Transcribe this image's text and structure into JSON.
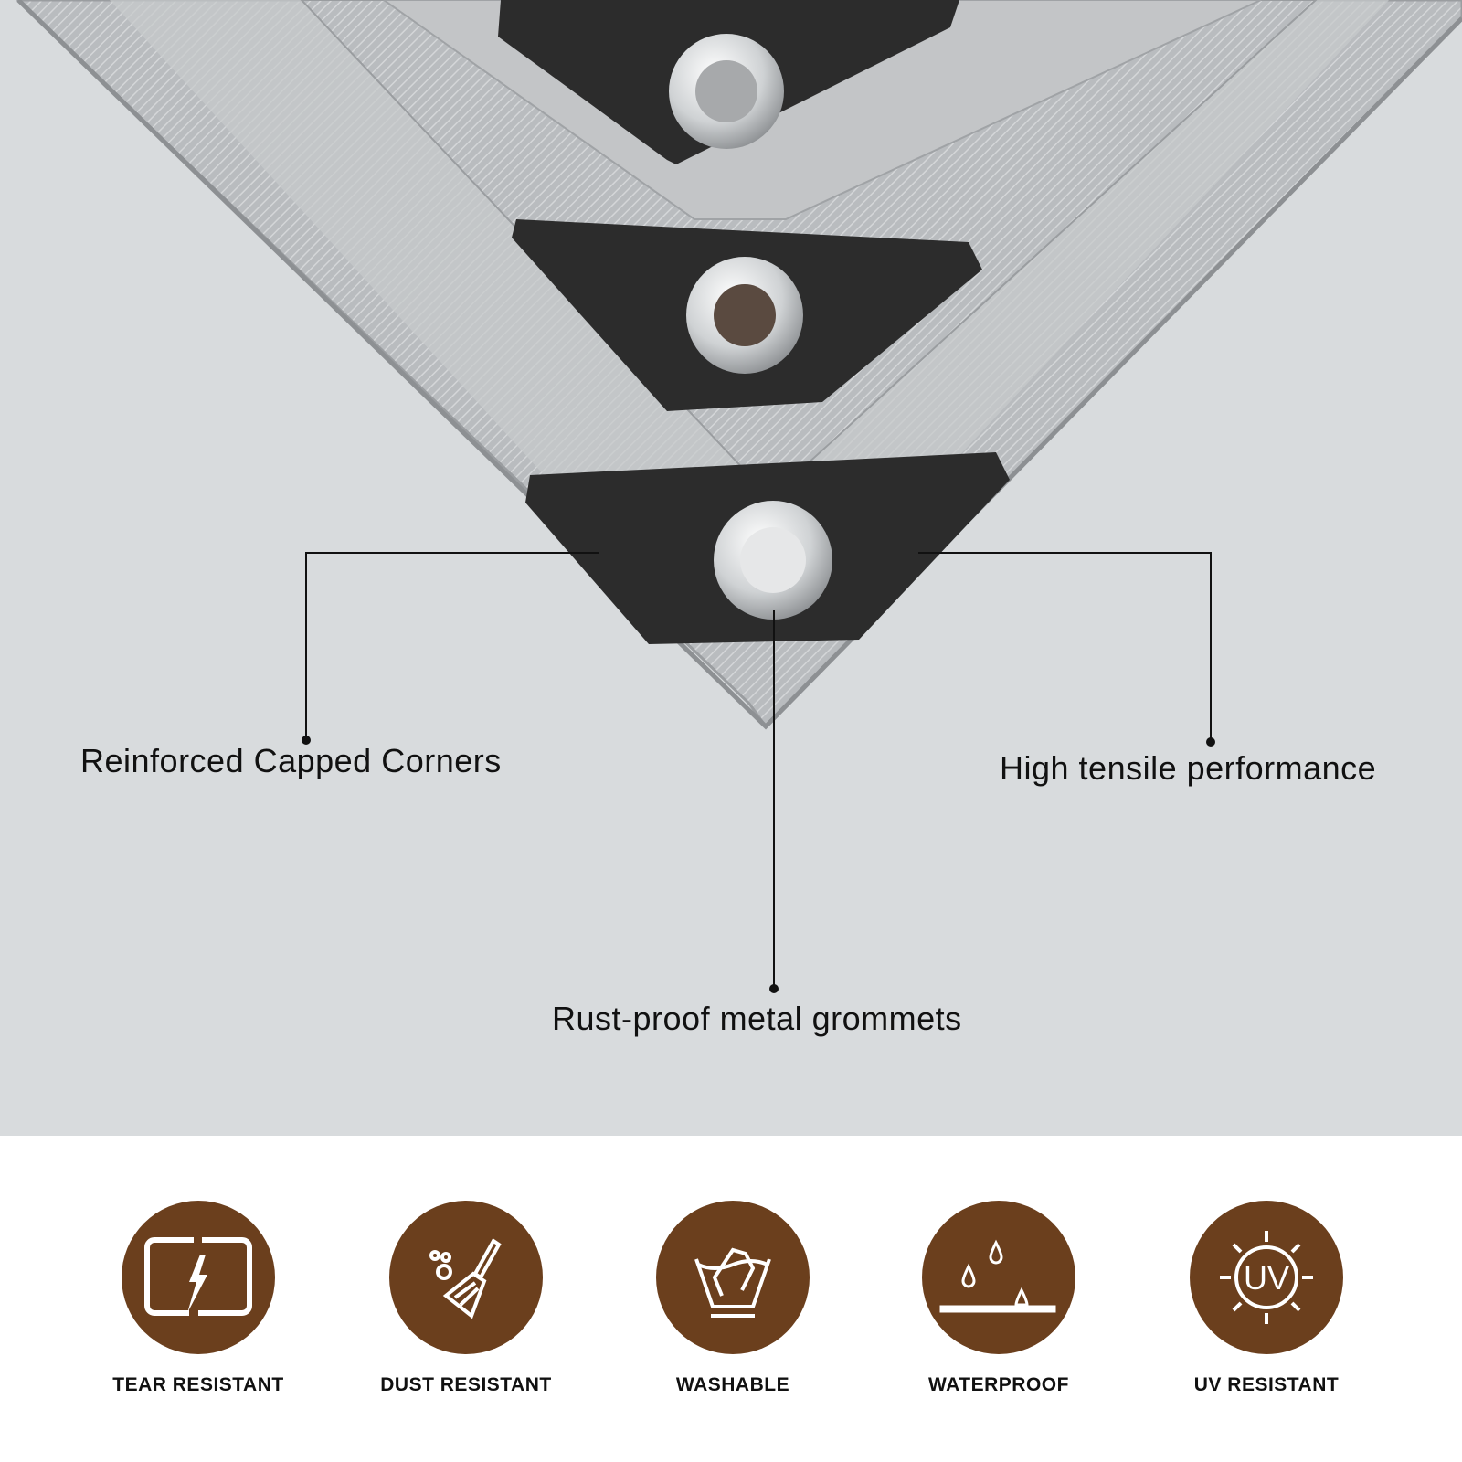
{
  "callouts": {
    "left": "Reinforced Capped Corners",
    "right": "High tensile performance",
    "bottom": "Rust-proof metal grommets"
  },
  "features": [
    {
      "label": "TEAR RESISTANT",
      "icon": "tear-resistant-icon"
    },
    {
      "label": "DUST RESISTANT",
      "icon": "broom-icon"
    },
    {
      "label": "WASHABLE",
      "icon": "hand-wash-icon"
    },
    {
      "label": "WATERPROOF",
      "icon": "water-drops-icon"
    },
    {
      "label": "UV RESISTANT",
      "icon": "uv-sun-icon",
      "icon_text": "UV"
    }
  ],
  "colors": {
    "background": "#d8dbdd",
    "brand_brown": "#6b3f1d",
    "cap": "#2c2c2c"
  }
}
